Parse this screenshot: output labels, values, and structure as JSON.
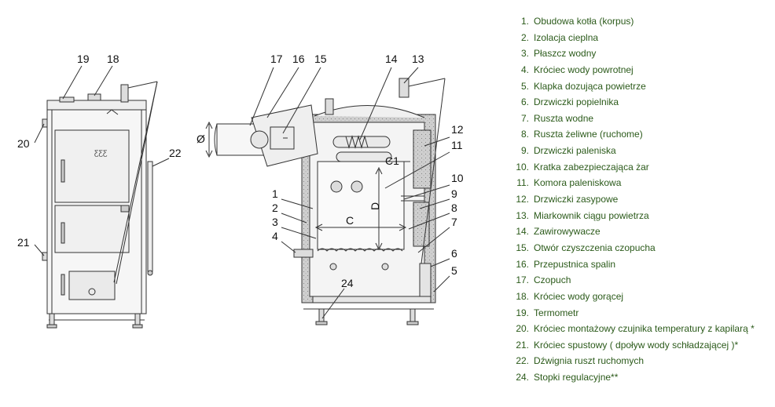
{
  "colors": {
    "legend_text": "#2b5a1a",
    "line": "#333333",
    "insulation": "#c9c9c9"
  },
  "callouts": {
    "front": [
      "19",
      "18",
      "20",
      "22",
      "21"
    ],
    "section": [
      "17",
      "16",
      "15",
      "14",
      "13",
      "12",
      "11",
      "10",
      "9",
      "8",
      "7",
      "6",
      "5",
      "1",
      "2",
      "3",
      "4",
      "24"
    ]
  },
  "dimensions": {
    "c1": "C1",
    "c": "C",
    "d": "D",
    "phi": "Ø"
  },
  "emblem": "ƸƸƸ",
  "legend": [
    {
      "num": "1.",
      "text": "Obudowa kotła (korpus)"
    },
    {
      "num": "2.",
      "text": "Izolacja cieplna"
    },
    {
      "num": "3.",
      "text": "Płaszcz wodny"
    },
    {
      "num": "4.",
      "text": "Króciec wody powrotnej"
    },
    {
      "num": "5.",
      "text": "Klapka dozująca powietrze"
    },
    {
      "num": "6.",
      "text": "Drzwiczki popielnika"
    },
    {
      "num": "7.",
      "text": "Ruszta wodne"
    },
    {
      "num": "8.",
      "text": "Ruszta żeliwne (ruchome)"
    },
    {
      "num": "9.",
      "text": "Drzwiczki paleniska"
    },
    {
      "num": "10.",
      "text": "Kratka zabezpieczająca żar"
    },
    {
      "num": "11.",
      "text": "Komora paleniskowa"
    },
    {
      "num": "12.",
      "text": "Drzwiczki zasypowe"
    },
    {
      "num": "13.",
      "text": "Miarkownik ciągu powietrza"
    },
    {
      "num": "14.",
      "text": "Zawirowywacze"
    },
    {
      "num": "15.",
      "text": "Otwór czyszczenia czopucha"
    },
    {
      "num": "16.",
      "text": "Przepustnica spalin"
    },
    {
      "num": "17.",
      "text": "Czopuch"
    },
    {
      "num": "18.",
      "text": "Króciec wody gorącej"
    },
    {
      "num": "19.",
      "text": "Termometr"
    },
    {
      "num": "20.",
      "text": "Króciec montażowy czujnika temperatury z kapilarą *"
    },
    {
      "num": "21.",
      "text": "Króciec spustowy ( dpoływ wody schładzającej )*"
    },
    {
      "num": "22.",
      "text": "Dźwignia ruszt ruchomych"
    },
    {
      "num": "24.",
      "text": "Stopki regulacyjne**"
    }
  ]
}
